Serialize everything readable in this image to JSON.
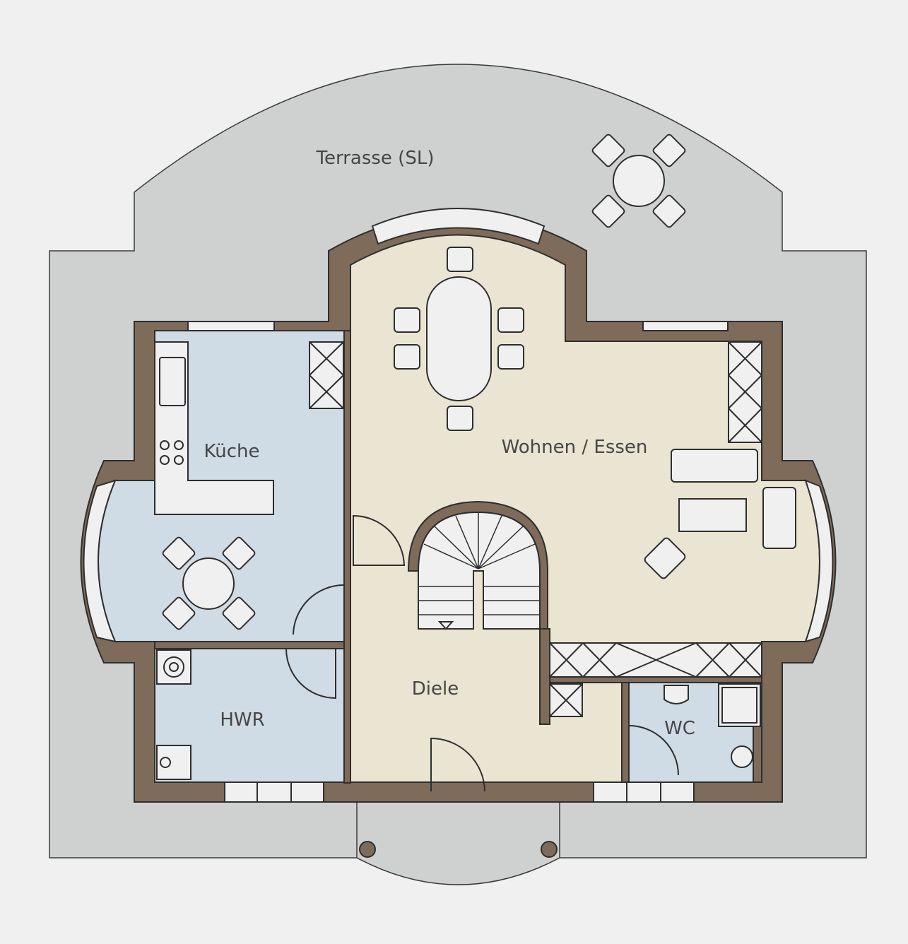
{
  "plan": {
    "rooms": {
      "terrace": "Terrasse (SL)",
      "kitchen": "Küche",
      "living": "Wohnen / Essen",
      "hall": "Diele",
      "utility": "HWR",
      "wc": "WC"
    },
    "colors": {
      "background": "#f0f0f0",
      "terrace": "#cfd1d0",
      "wall": "#7f6b5a",
      "living": "#e9e5d2",
      "wet_rooms": "#cfdce6",
      "furniture": "#f0f0f0"
    }
  }
}
